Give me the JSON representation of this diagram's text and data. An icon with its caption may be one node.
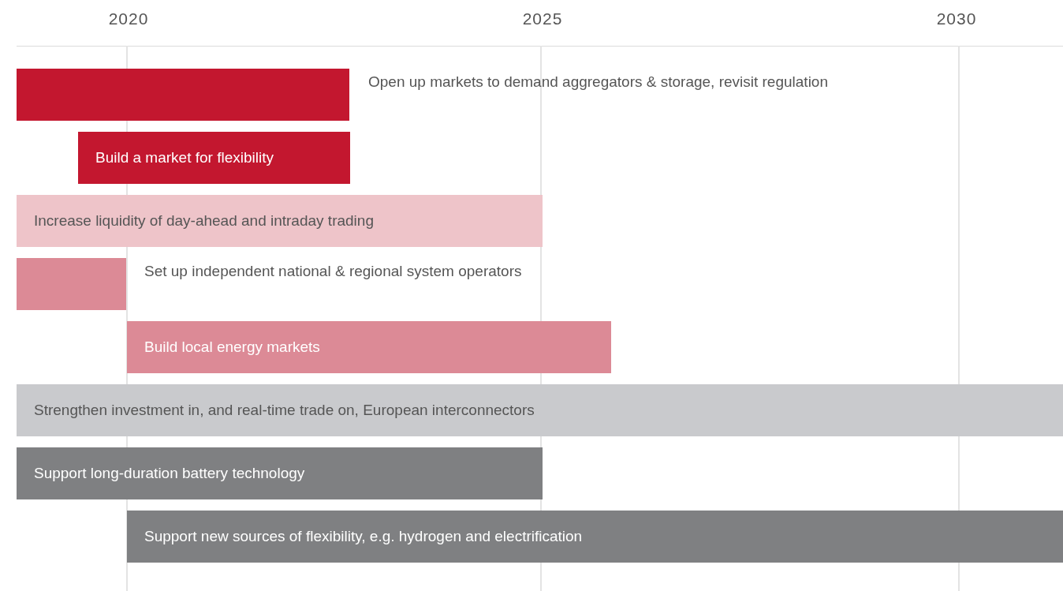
{
  "diagram": {
    "nodes": [
      {
        "text": [],
        "shape": "bar",
        "beside": [
          "Open up markets to demand aggregators & storage, revisit regulation"
        ]
      },
      {
        "text": [
          "Build a market for flexibility"
        ]
      },
      {
        "text": [
          "Increase liquidity of day-ahead and intraday trading"
        ]
      },
      {
        "text": [],
        "shape": "bar",
        "beside": [
          "Set up independent national & regional system operators"
        ]
      },
      {
        "text": [
          "Build local energy markets"
        ]
      },
      {
        "text": [
          "Strengthen investment in, and real-time trade on, European interconnectors"
        ]
      },
      {
        "text": [
          "Support long-duration battery technology"
        ]
      },
      {
        "text": [
          "Support new sources of flexibility, e.g. hydrogen and electrification"
        ]
      }
    ],
    "labels": [
      "2020",
      "2025",
      "2030"
    ]
  }
}
